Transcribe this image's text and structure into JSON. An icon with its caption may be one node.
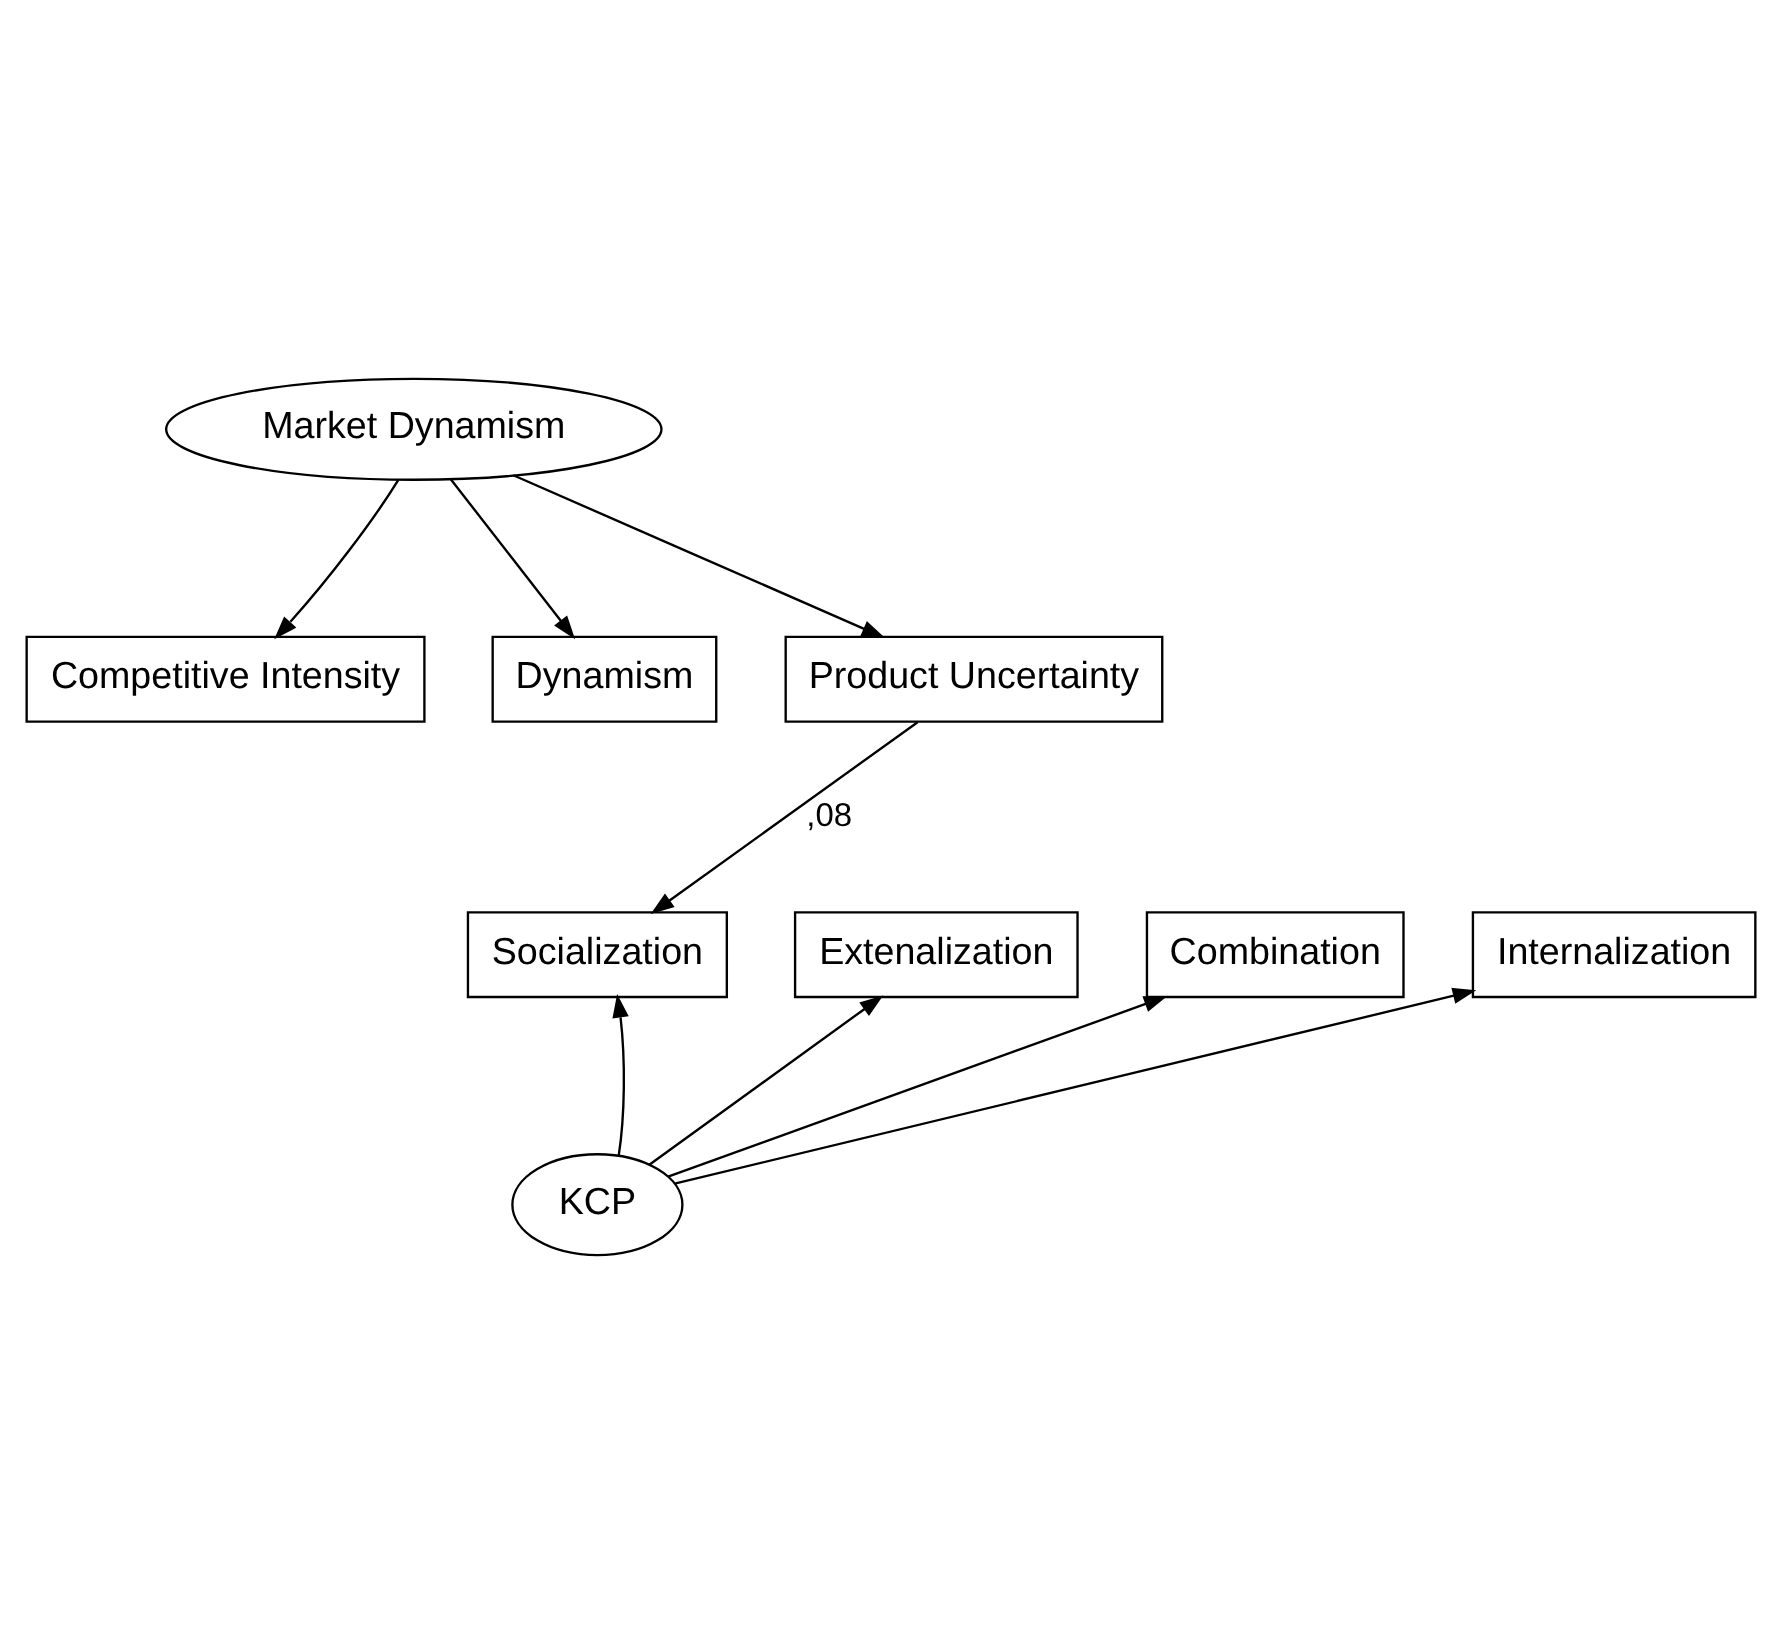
{
  "diagram": {
    "nodes": [
      {
        "text": [
          "Market Dynamism"
        ]
      },
      {
        "text": [
          "Competitive Intensity"
        ]
      },
      {
        "text": [
          "Dynamism"
        ]
      },
      {
        "text": [
          "Product Uncertainty"
        ]
      },
      {
        "text": [
          "Socialization"
        ]
      },
      {
        "text": [
          "Extenalization"
        ]
      },
      {
        "text": [
          "Combination"
        ]
      },
      {
        "text": [
          "Internalization"
        ]
      },
      {
        "text": [
          "KCP"
        ]
      }
    ],
    "edges": [
      {
        "from": 0,
        "to": 1,
        "arrow": "to"
      },
      {
        "from": 0,
        "to": 2,
        "arrow": "to"
      },
      {
        "from": 0,
        "to": 3,
        "arrow": "to"
      },
      {
        "from": 3,
        "to": 4,
        "arrow": "to",
        "label": ",08"
      },
      {
        "from": 8,
        "to": 4,
        "arrow": "to"
      },
      {
        "from": 8,
        "to": 5,
        "arrow": "to"
      },
      {
        "from": 8,
        "to": 6,
        "arrow": "to"
      },
      {
        "from": 8,
        "to": 7,
        "arrow": "to"
      }
    ]
  }
}
